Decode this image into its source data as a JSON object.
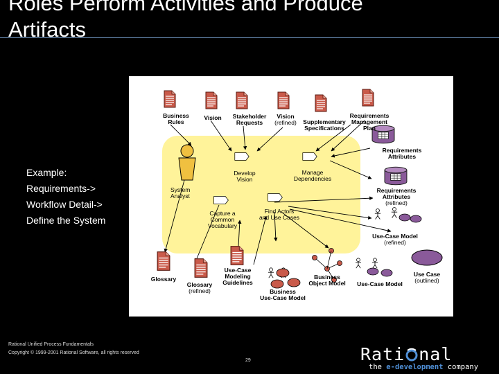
{
  "slide": {
    "title_line1": "Roles Perform Activities and Produce",
    "title_line2": "Artifacts",
    "side_note": [
      "Example:",
      "Requirements->",
      "Workflow Detail->",
      "Define the System"
    ],
    "footer_line1": "Rational Unified Process Fundamentals",
    "footer_line2": "Copyright © 1999-2001 Rational Software, all rights reserved",
    "page_number": "29",
    "logo_word_a": "Rati",
    "logo_word_b": "nal",
    "logo_tag_prefix": "the ",
    "logo_tag_accent": "e-development",
    "logo_tag_suffix": " company"
  },
  "diagram": {
    "role": "System\nAnalyst",
    "activities": {
      "develop_vision": "Develop\nVision",
      "manage_dependencies": "Manage\nDependencies",
      "capture_vocabulary": "Capture a\nCommon\nVocabulary",
      "find_actors": "Find Actors\nand Use Cases"
    },
    "artifacts": {
      "business_rules": "Business\nRules",
      "vision": "Vision",
      "stakeholder_requests": "Stakeholder\nRequests",
      "vision_refined_name": "Vision",
      "vision_refined_note": "(refined)",
      "supplementary_specs": "Supplementary\nSpecifications",
      "req_mgmt_plan": "Requirements\nManagement\nPlan",
      "req_attributes": "Requirements\nAttributes",
      "req_attributes_refined_name": "Requirements\nAttributes",
      "req_attributes_refined_note": "(refined)",
      "use_case_model_refined_name": "Use-Case Model",
      "use_case_model_refined_note": "(refined)",
      "glossary": "Glossary",
      "glossary_refined_name": "Glossary",
      "glossary_refined_note": "(refined)",
      "uc_modeling_guidelines": "Use-Case\nModeling\nGuidelines",
      "business_object_model": "Business\nObject Model",
      "business_use_case_model": "Business\nUse-Case Model",
      "use_case_model": "Use-Case Model",
      "use_case_outlined_name": "Use Case",
      "use_case_outlined_note": "(outlined)"
    }
  },
  "colors": {
    "background": "#000000",
    "title_rule": "#6a8fb8",
    "activity_area": "#fff39a",
    "document_red": "#c95a4a",
    "database_purple": "#8a5a9a",
    "role_yellow": "#f0c040",
    "logo_accent": "#4f8fd6"
  },
  "icons": [
    "document-icon",
    "database-icon",
    "worker-icon",
    "activity-icon",
    "actor-icon",
    "use-case-ellipse-icon"
  ]
}
